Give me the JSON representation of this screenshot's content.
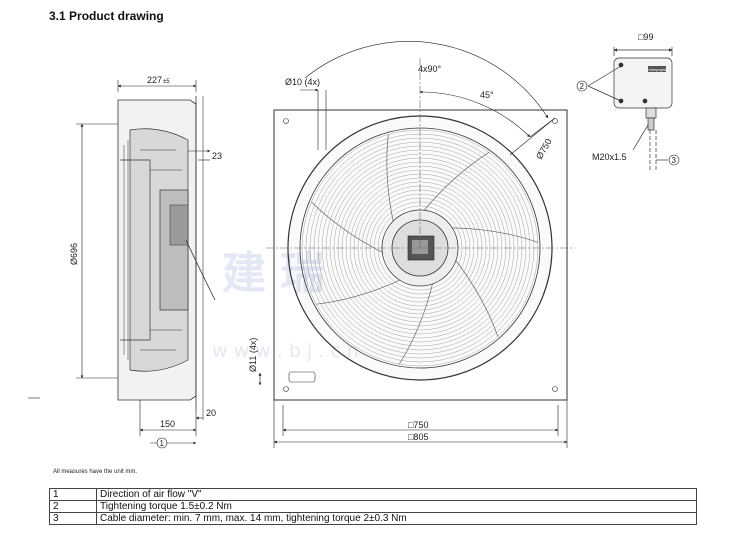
{
  "section_title": "3.1 Product drawing",
  "dimensions": {
    "depth": "227",
    "depth_tol": "±5",
    "diameter_side": "Ø696",
    "dim_23": "23",
    "dim_150": "150",
    "dim_20": "20",
    "hole_top": "Ø10 (4x)",
    "hole_side": "Ø11 (4x)",
    "angle_4x90": "4x90°",
    "angle_45": "45°",
    "diameter_guard": "Ø750",
    "square_750": "□750",
    "square_805": "□805",
    "square_99": "□99",
    "thread": "M20x1.5"
  },
  "callouts": [
    "1",
    "2",
    "3"
  ],
  "terminal_box_brand": "ebmpapst",
  "watermark": {
    "chars": "建瑞",
    "url": "w w w . b j         . c n"
  },
  "note": "All measures have the unit mm.",
  "legend": [
    {
      "num": "1",
      "text": "Direction of air flow \"V\""
    },
    {
      "num": "2",
      "text": "Tightening torque 1.5±0.2 Nm"
    },
    {
      "num": "3",
      "text": "Cable diameter: min. 7 mm, max. 14 mm, tightening torque 2±0.3 Nm"
    }
  ]
}
